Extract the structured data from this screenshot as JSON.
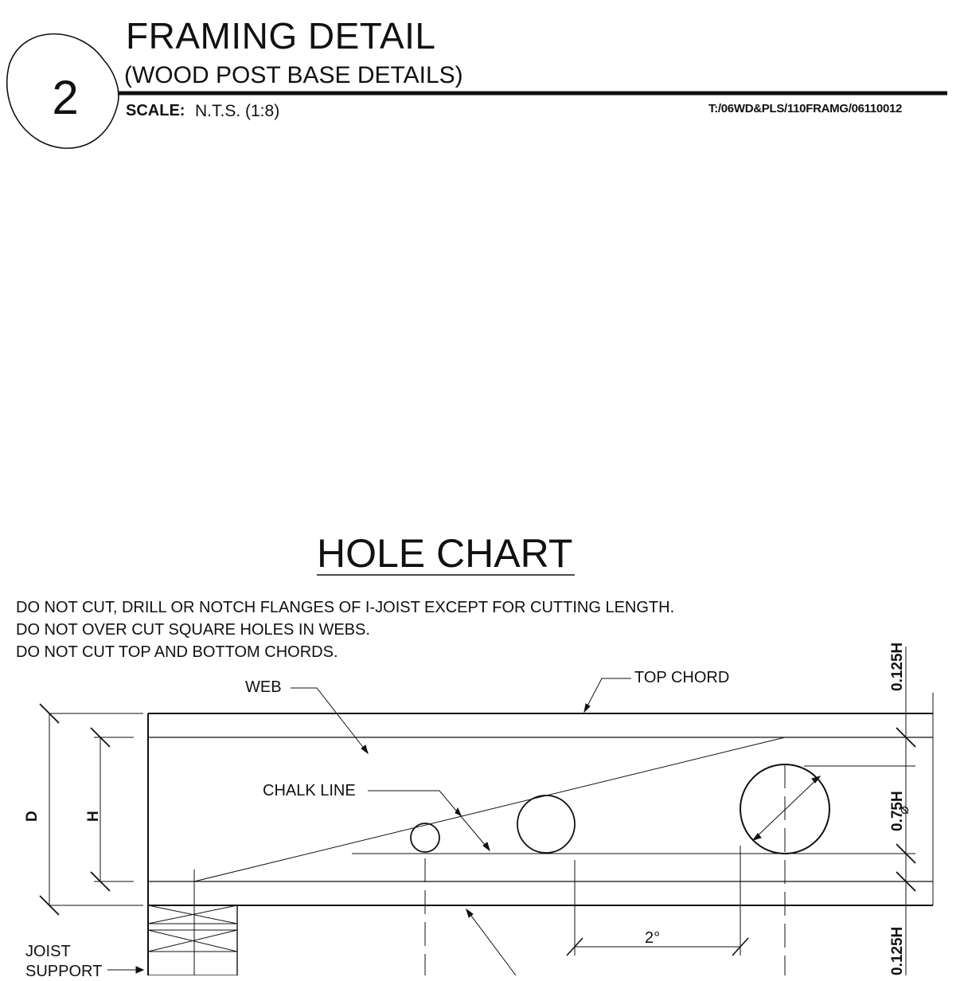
{
  "header": {
    "detail_number": "2",
    "title": "FRAMING DETAIL",
    "subtitle": "(WOOD POST BASE DETAILS)",
    "scale_label": "SCALE:",
    "scale_value": "N.T.S. (1:8)",
    "file_reference": "T:/06WD&PLS/110FRAMG/06110012"
  },
  "hole_chart": {
    "title": "HOLE CHART",
    "notes": [
      "DO NOT CUT, DRILL OR NOTCH FLANGES OF I-JOIST EXCEPT FOR CUTTING LENGTH.",
      "DO NOT OVER CUT SQUARE HOLES IN WEBS.",
      "DO NOT CUT TOP AND BOTTOM CHORDS."
    ],
    "labels": {
      "web": "WEB",
      "top_chord": "TOP CHORD",
      "chalk_line": "CHALK LINE",
      "depth": "D",
      "height": "H",
      "dim_top": "0.125H",
      "dim_middle": "0.75H",
      "dim_bottom": "0.125H",
      "spacing": "2°",
      "diameter": "⌀",
      "joist_support_line1": "JOIST",
      "joist_support_line2": "SUPPORT"
    }
  }
}
